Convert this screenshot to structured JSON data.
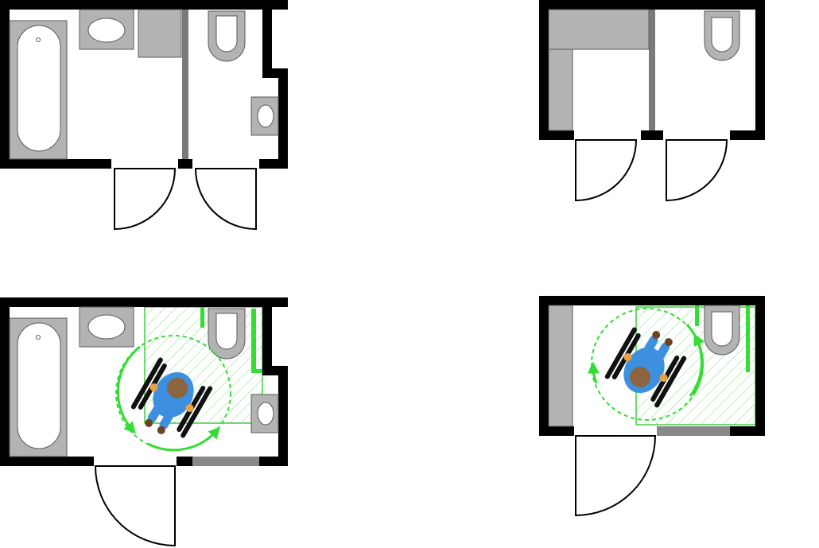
{
  "colors": {
    "wall": "#000000",
    "fixture_fill": "#b3b3b3",
    "fixture_stroke": "#5a5a5a",
    "partition": "#7a7a7a",
    "door_stroke": "#000000",
    "turning_circle": "#33dd33",
    "clearance_zone": "#44cc44",
    "grab_bar": "#33dd33",
    "removed_wall": "#888888",
    "person_shirt": "#3d8fe0",
    "person_hair": "#8b6440",
    "person_skin": "#e8a040",
    "wheelchair": "#111111"
  },
  "panels": [
    {
      "id": "panel-top-left",
      "variant": "separate-bath-and-wc",
      "accessible": false
    },
    {
      "id": "panel-top-right",
      "variant": "separate-small-wc",
      "accessible": false
    },
    {
      "id": "panel-bottom-left",
      "variant": "merged-bath-with-turning-space",
      "accessible": true
    },
    {
      "id": "panel-bottom-right",
      "variant": "merged-wc-with-turning-space",
      "accessible": true
    }
  ],
  "icons": [
    "bathtub-icon",
    "sink-icon",
    "toilet-icon",
    "door-swing-icon",
    "wheelchair-user-icon",
    "turning-circle-icon",
    "grab-bar-icon"
  ]
}
